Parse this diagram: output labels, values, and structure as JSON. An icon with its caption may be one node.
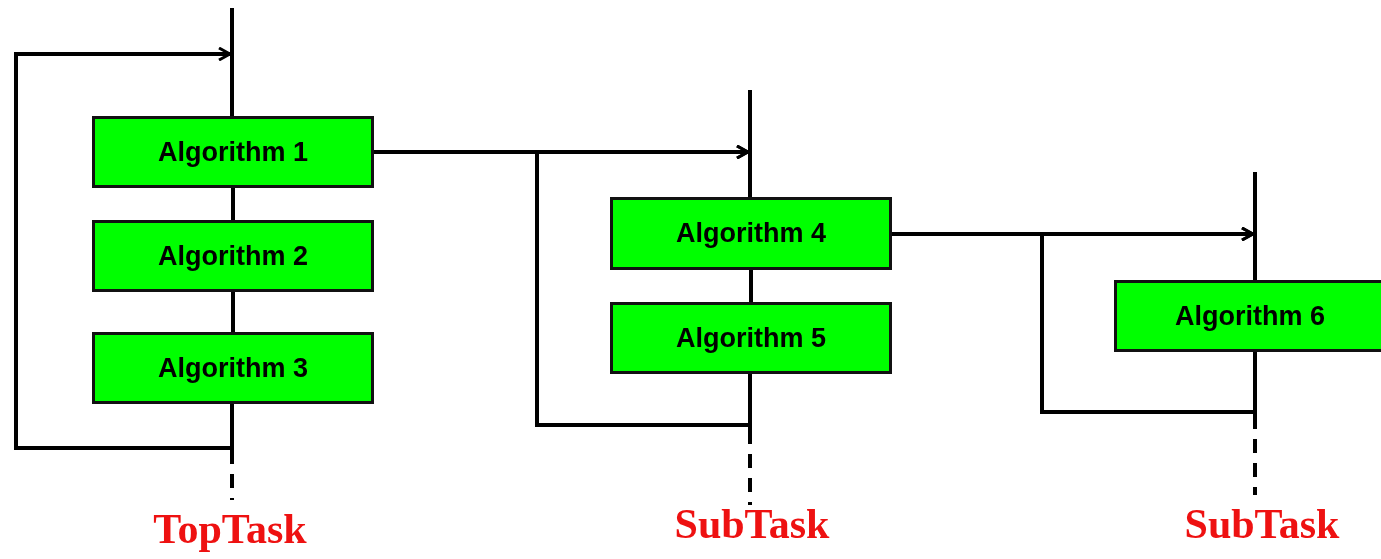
{
  "diagram": {
    "nodes": [
      {
        "text": [],
        "shape": "bar"
      },
      {
        "text": [
          "Algorithm 1"
        ]
      },
      {
        "text": [
          "Algorithm 2"
        ]
      },
      {
        "text": [
          "Algorithm 3"
        ]
      },
      {
        "text": [],
        "shape": "bar",
        "beside": [
          "TopTask"
        ]
      },
      {
        "text": [],
        "shape": "bar"
      },
      {
        "text": [
          "Algorithm 4"
        ]
      },
      {
        "text": [
          "Algorithm 5"
        ]
      },
      {
        "text": [],
        "shape": "bar",
        "beside": [
          "SubTask"
        ]
      },
      {
        "text": [],
        "shape": "bar"
      },
      {
        "text": [
          "Algorithm 6"
        ]
      },
      {
        "text": [],
        "shape": "bar",
        "beside": [
          "SubTask"
        ]
      }
    ],
    "edges": [
      {
        "from": 1,
        "to": 2,
        "arrow": "none"
      },
      {
        "from": 2,
        "to": 3,
        "arrow": "none"
      },
      {
        "from": 4,
        "to": 0,
        "arrow": "to"
      },
      {
        "from": 1,
        "to": 5,
        "arrow": "to"
      },
      {
        "from": 6,
        "to": 7,
        "arrow": "none"
      },
      {
        "from": 8,
        "to": 5,
        "arrow": "to"
      },
      {
        "from": 6,
        "to": 9,
        "arrow": "to"
      },
      {
        "from": 11,
        "to": 9,
        "arrow": "to"
      }
    ]
  }
}
